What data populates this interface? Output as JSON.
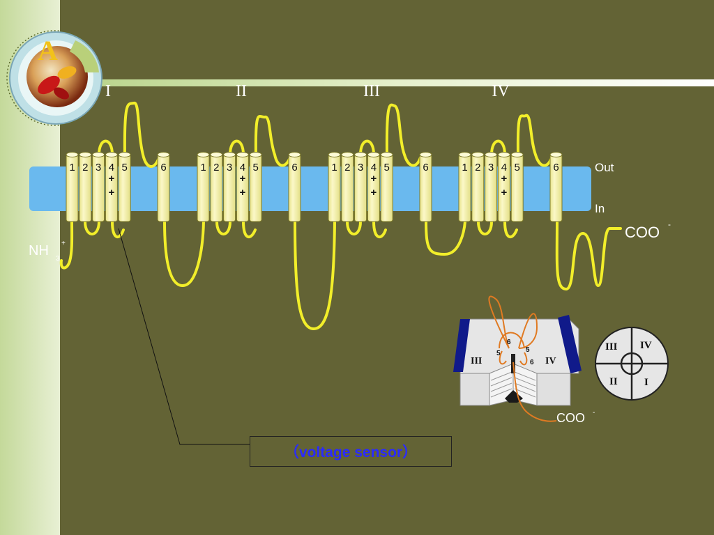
{
  "slide": {
    "logo_letter": "A",
    "domains": [
      "I",
      "II",
      "III",
      "IV"
    ],
    "segments": [
      "1",
      "2",
      "3",
      "4",
      "5",
      "6"
    ],
    "charge_mark": "+",
    "membrane": {
      "out_label": "Out",
      "in_label": "In"
    },
    "nh3_label": "NH",
    "nh3_sub": "3",
    "nh3_sup": "+",
    "coo_label": "COO",
    "coo_sup": "-",
    "sensor_label": "（voltage sensor）",
    "channel3d": {
      "left_label": "III",
      "right_label": "IV",
      "nums": [
        "6",
        "5",
        "5",
        "6"
      ],
      "coo_label": "COO",
      "coo_sup": "-"
    },
    "quad": {
      "tl": "III",
      "tr": "IV",
      "bl": "II",
      "br": "I"
    }
  },
  "colors": {
    "background": "#636335",
    "sidebar": "#cfe0a8",
    "membrane": "#6ab9ee",
    "helix": "#f7f3a6",
    "loop": "#f2ee2a",
    "orange_loop": "#e07a22",
    "navy": "#101a8a"
  }
}
